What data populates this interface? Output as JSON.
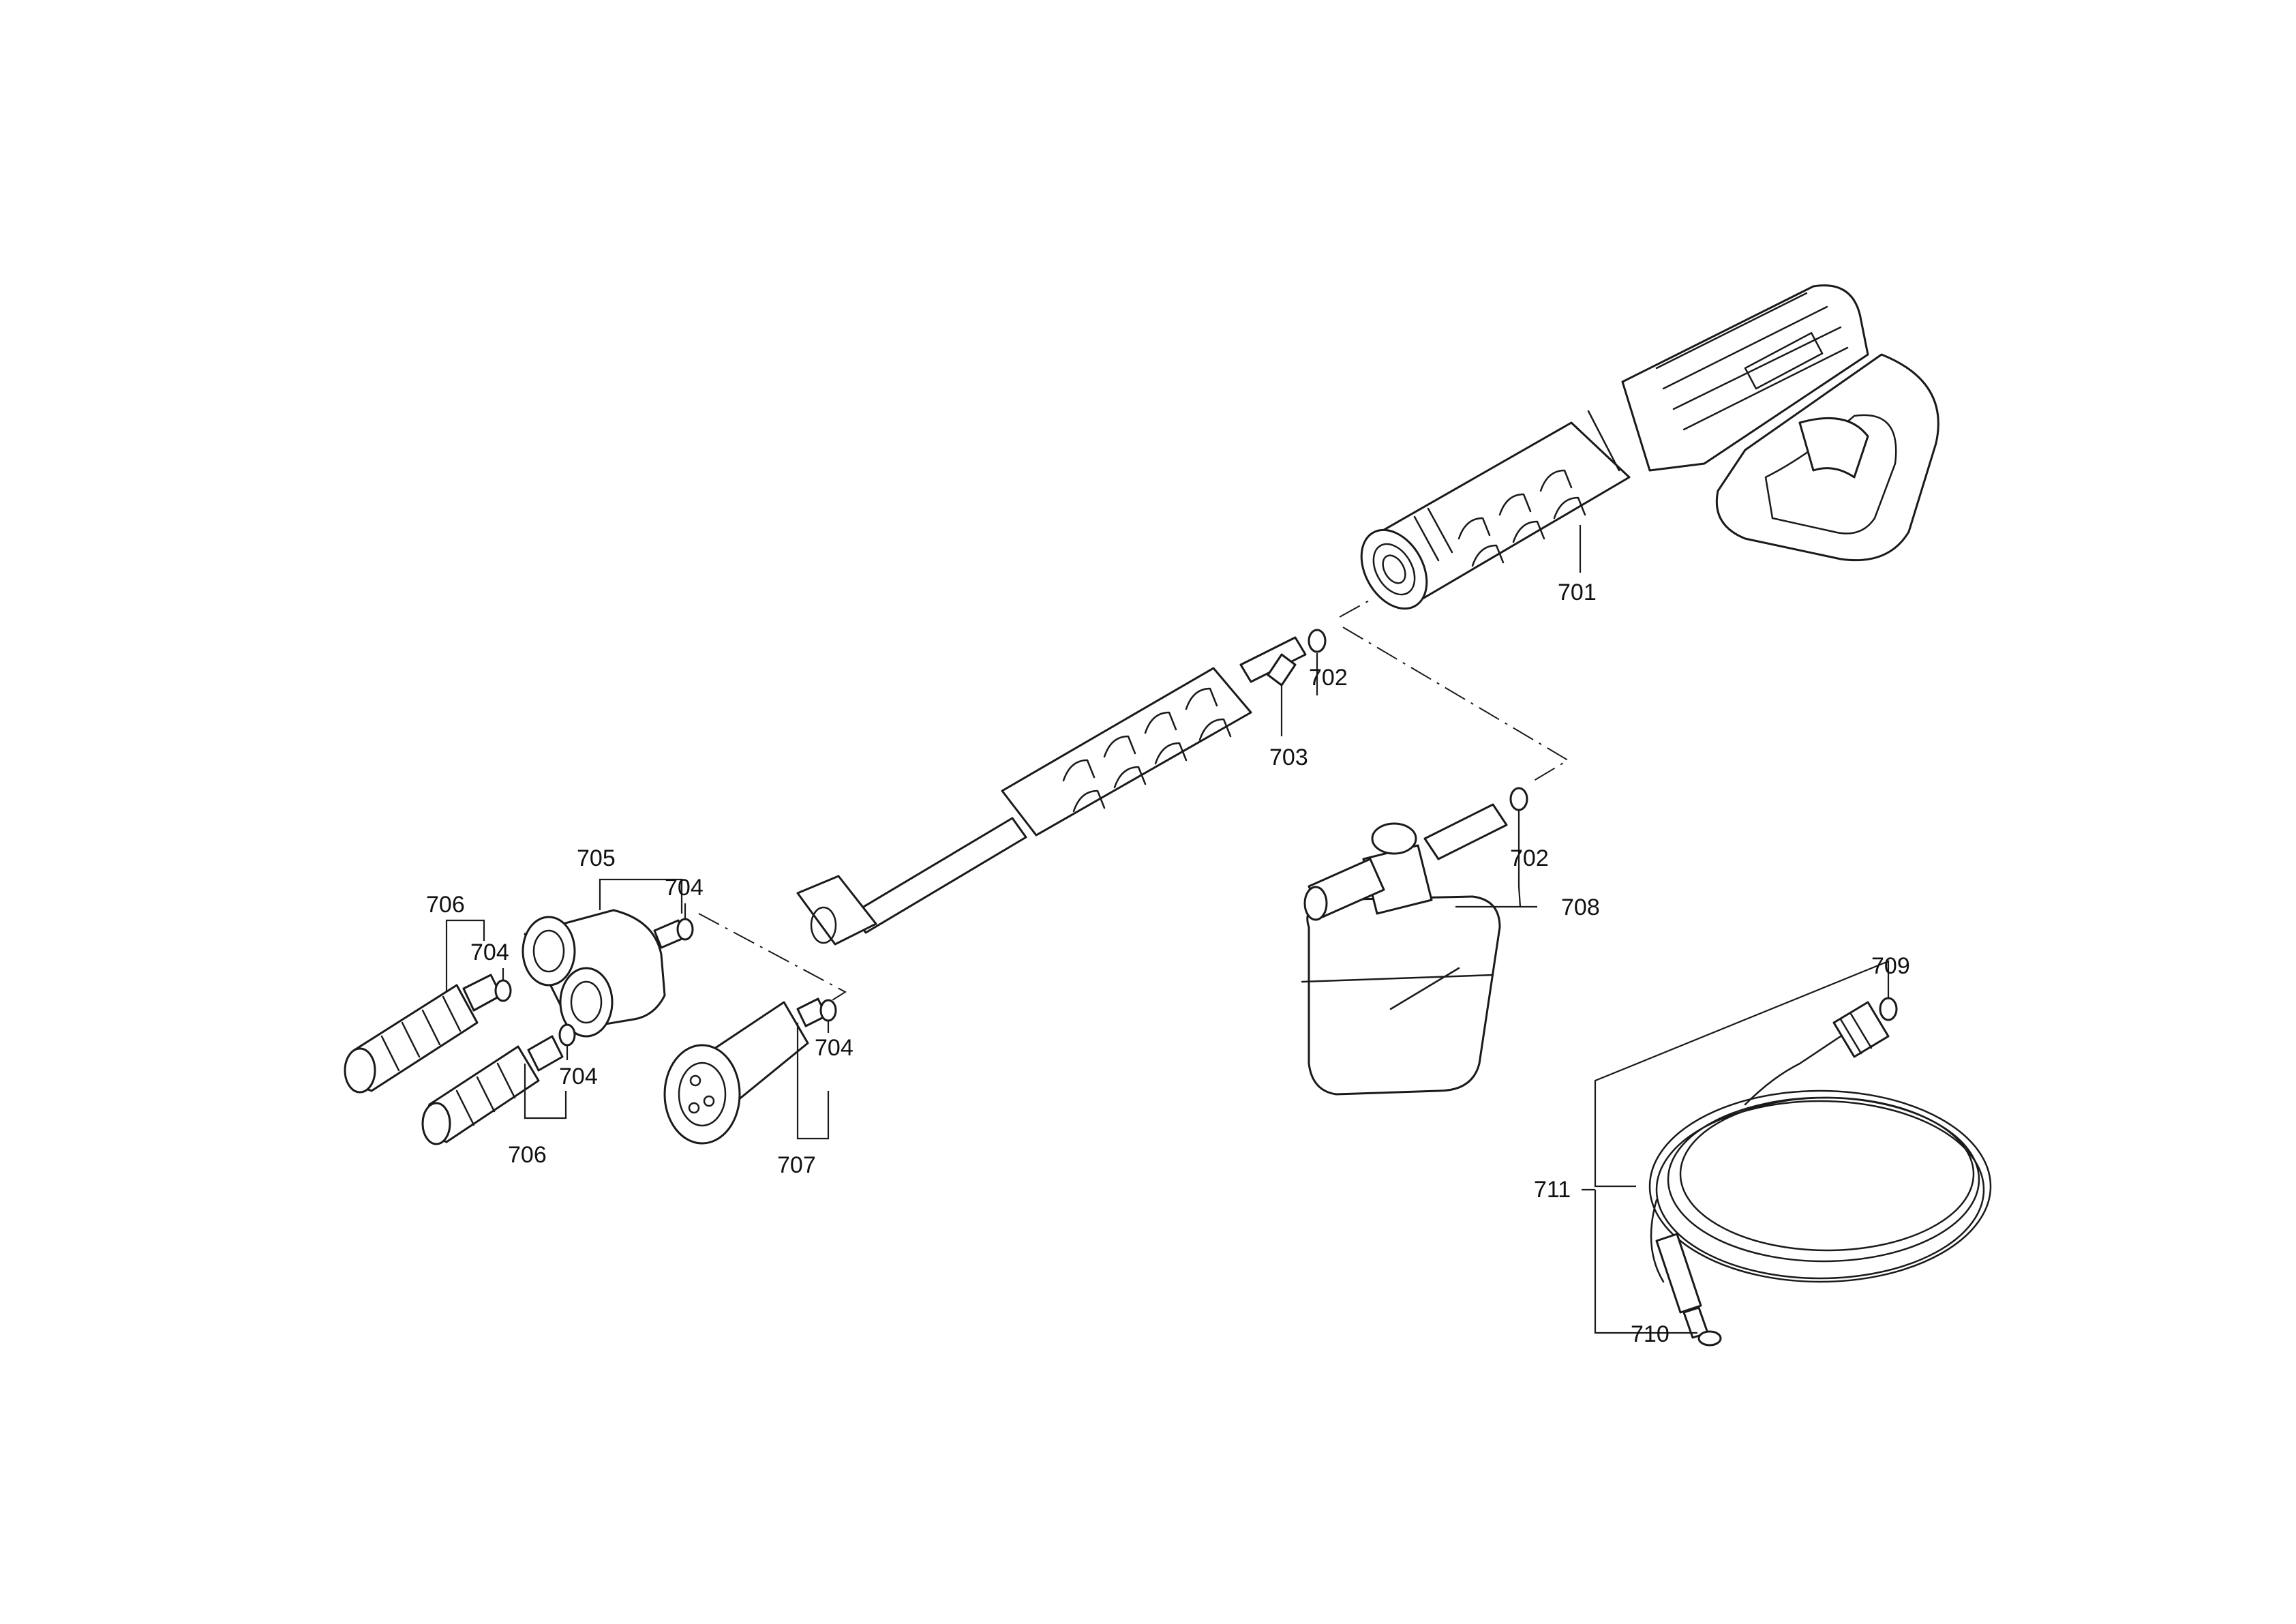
{
  "labels": {
    "701": "701",
    "702": "702",
    "703": "703",
    "704": "704",
    "705": "705",
    "706": "706",
    "707": "707",
    "708": "708",
    "709": "709",
    "710": "710",
    "711": "711"
  }
}
